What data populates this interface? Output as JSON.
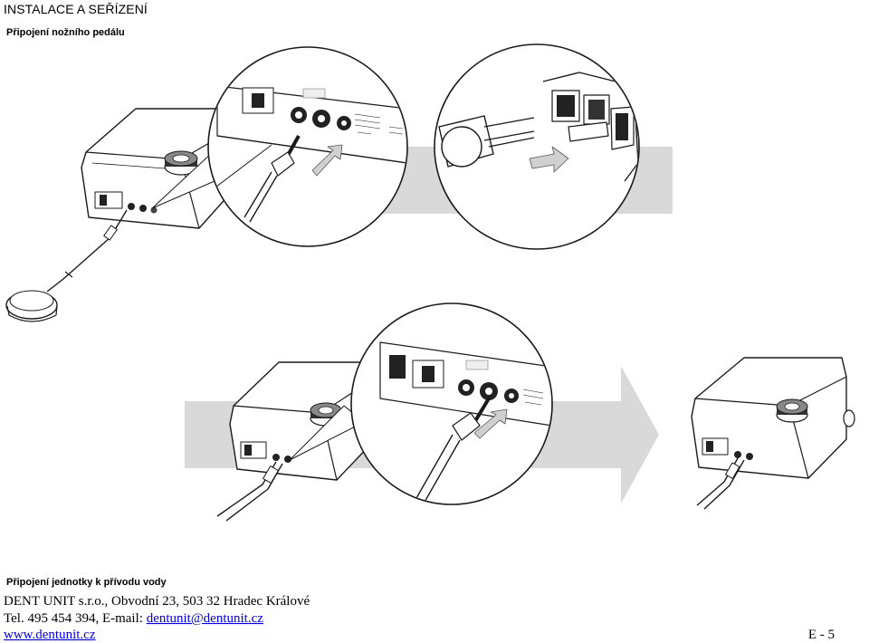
{
  "header": {
    "section_title": "INSTALACE A SEŘÍZENÍ",
    "subtitle_foot_pedal": "Připojení nožního pedálu"
  },
  "figures": {
    "caption_water": "Připojení jednotky k přívodu vody"
  },
  "footer": {
    "company_line": "DENT UNIT s.r.o., Obvodní 23, 503 32 Hradec Králové",
    "tel_prefix": "Tel. 495 454 394, E-mail: ",
    "email": "dentunit@dentunit.cz",
    "website": "www.dentunit.cz",
    "page_number": "E - 5"
  },
  "colors": {
    "arrow_gray": "#d9d9d9",
    "line": "#1a1a1a",
    "link": "#0000ee"
  }
}
